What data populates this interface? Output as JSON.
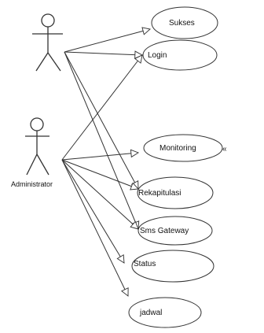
{
  "actors": [
    {
      "id": "top-actor",
      "label": ""
    },
    {
      "id": "administrator",
      "label": "Administrator"
    }
  ],
  "use_cases": [
    {
      "id": "sukses",
      "label": "Sukses"
    },
    {
      "id": "login",
      "label": "Login"
    },
    {
      "id": "monitoring",
      "label": "Monitoring"
    },
    {
      "id": "rekapitulasi",
      "label": "Rekapitulasi"
    },
    {
      "id": "sms-gateway",
      "label": "Sms Gateway"
    },
    {
      "id": "status",
      "label": "Status"
    },
    {
      "id": "jadwal",
      "label": "jadwal"
    }
  ],
  "associations": [
    {
      "from": "top-actor",
      "to": "sukses"
    },
    {
      "from": "top-actor",
      "to": "login"
    },
    {
      "from": "top-actor",
      "to": "rekapitulasi"
    },
    {
      "from": "top-actor",
      "to": "sms-gateway"
    },
    {
      "from": "administrator",
      "to": "login"
    },
    {
      "from": "administrator",
      "to": "monitoring"
    },
    {
      "from": "administrator",
      "to": "rekapitulasi"
    },
    {
      "from": "administrator",
      "to": "sms-gateway"
    },
    {
      "from": "administrator",
      "to": "status"
    },
    {
      "from": "administrator",
      "to": "jadwal"
    }
  ]
}
